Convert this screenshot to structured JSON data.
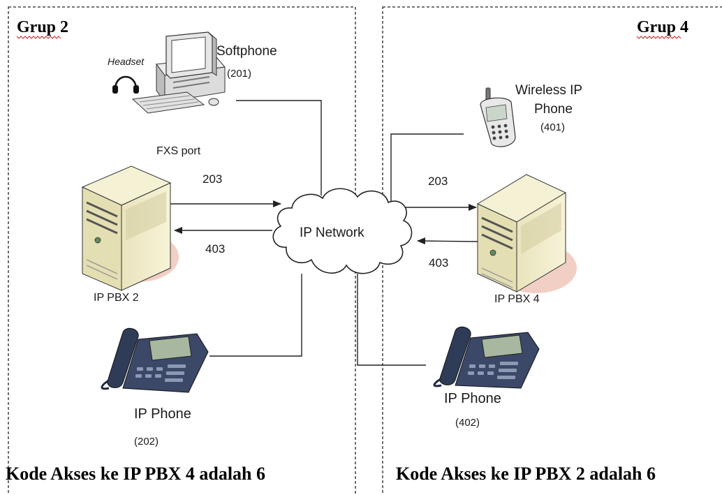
{
  "groups": {
    "left": {
      "title": "Grup 2",
      "footer": "Kode Akses ke IP PBX 4 adalah 6"
    },
    "right": {
      "title": "Grup 4",
      "footer": "Kode Akses ke IP PBX 2 adalah 6"
    }
  },
  "nodes": {
    "softphone": {
      "label": "Softphone",
      "ext": "(201)",
      "headset_label": "Headset"
    },
    "fxs": {
      "label": "FXS port"
    },
    "pbx2": {
      "label": "IP PBX 2"
    },
    "pbx4": {
      "label": "IP PBX 4"
    },
    "ipphone_left": {
      "label": "IP Phone",
      "ext": "(202)"
    },
    "ipphone_right": {
      "label": "IP Phone",
      "ext": "(402)"
    },
    "wireless": {
      "label_line1": "Wireless IP",
      "label_line2": "Phone",
      "ext": "(401)"
    },
    "network": {
      "label": "IP Network"
    }
  },
  "links": {
    "left_out": "203",
    "left_in": "403",
    "right_out": "203",
    "right_in": "403"
  },
  "colors": {
    "server_body": "#f2efcc",
    "server_front": "#c8c098",
    "server_shadow": "#f1cfc4",
    "phone_body": "#2f3c58",
    "phone_screen": "#a8b8a0",
    "line": "#222222",
    "spellcheck": "#d42020"
  }
}
